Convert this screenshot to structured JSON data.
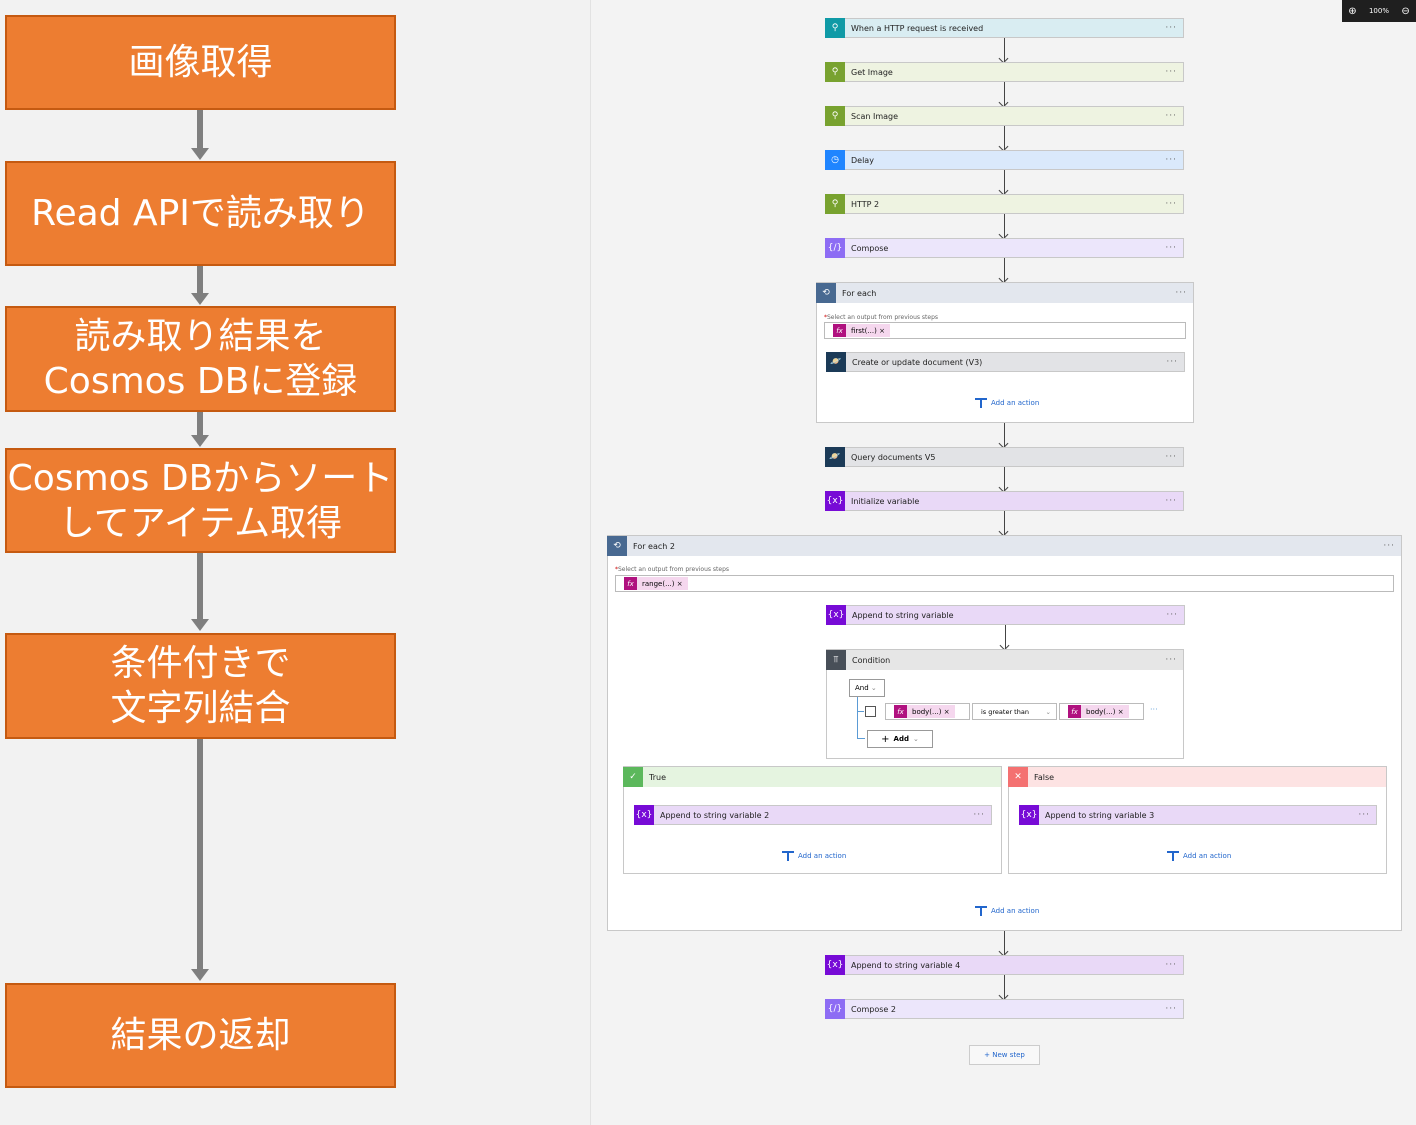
{
  "diagram": {
    "steps": [
      "画像取得",
      "Read APIで読み取り",
      "読み取り結果を\nCosmos DBに登録",
      "Cosmos DBからソート\nしてアイテム取得",
      "条件付きで\n文字列結合",
      "結果の返却"
    ]
  },
  "zoom": {
    "level": "100%"
  },
  "flow": {
    "http_request": "When a HTTP request is received",
    "get_image": "Get Image",
    "scan_image": "Scan Image",
    "delay": "Delay",
    "http2": "HTTP 2",
    "compose": "Compose",
    "foreach": {
      "title": "For each",
      "field_label": "Select an output from previous steps",
      "token": "first(...)",
      "create_doc": "Create or update document (V3)",
      "add_action": "Add an action"
    },
    "query_docs": "Query documents V5",
    "init_var": "Initialize variable",
    "foreach2": {
      "title": "For each 2",
      "field_label": "Select an output from previous steps",
      "token": "range(...)",
      "append": "Append to string variable",
      "condition": {
        "title": "Condition",
        "and": "And",
        "left": "body(...)",
        "operator": "is greater than",
        "right": "body(...)",
        "add": "Add"
      },
      "true": {
        "title": "True",
        "action": "Append to string variable 2",
        "add_action": "Add an action"
      },
      "false": {
        "title": "False",
        "action": "Append to string variable 3",
        "add_action": "Add an action"
      },
      "add_action": "Add an action"
    },
    "append4": "Append to string variable 4",
    "compose2": "Compose 2",
    "new_step": "+ New step",
    "more": "···",
    "remove": "×",
    "required": "*"
  }
}
